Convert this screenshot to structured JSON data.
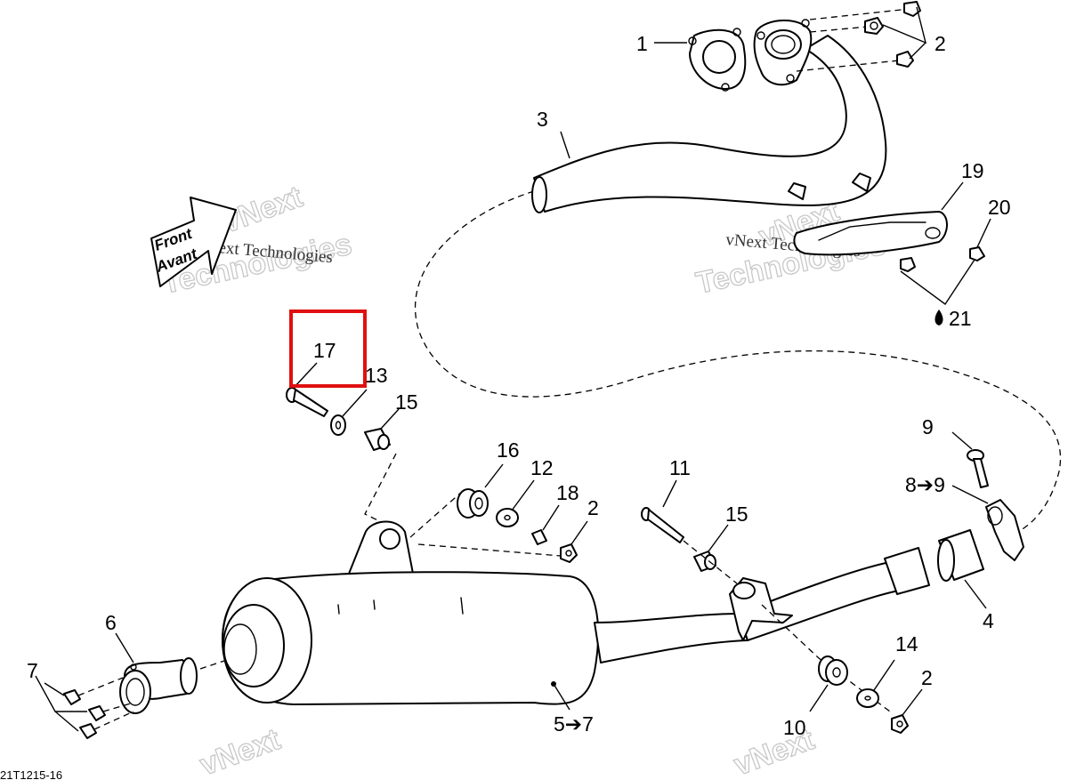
{
  "diagram_id": "21T1215-16",
  "front_label": {
    "line1": "Front",
    "line2": "Avant"
  },
  "watermark": {
    "small": "vNext Technologies",
    "big1": "vNext",
    "big2": "Technologies"
  },
  "callouts": {
    "c1": "1",
    "c2a": "2",
    "c3": "3",
    "c19": "19",
    "c20": "20",
    "c21": "21",
    "c17": "17",
    "c13": "13",
    "c15a": "15",
    "c16": "16",
    "c12": "12",
    "c18": "18",
    "c2b": "2",
    "c11": "11",
    "c15b": "15",
    "c9": "9",
    "c8to9": "8➔9",
    "c4": "4",
    "c6": "6",
    "c7": "7",
    "c5to7": "5➔7",
    "c10": "10",
    "c14": "14",
    "c2c": "2"
  },
  "highlight": {
    "part": "17",
    "color": "#e01010"
  }
}
